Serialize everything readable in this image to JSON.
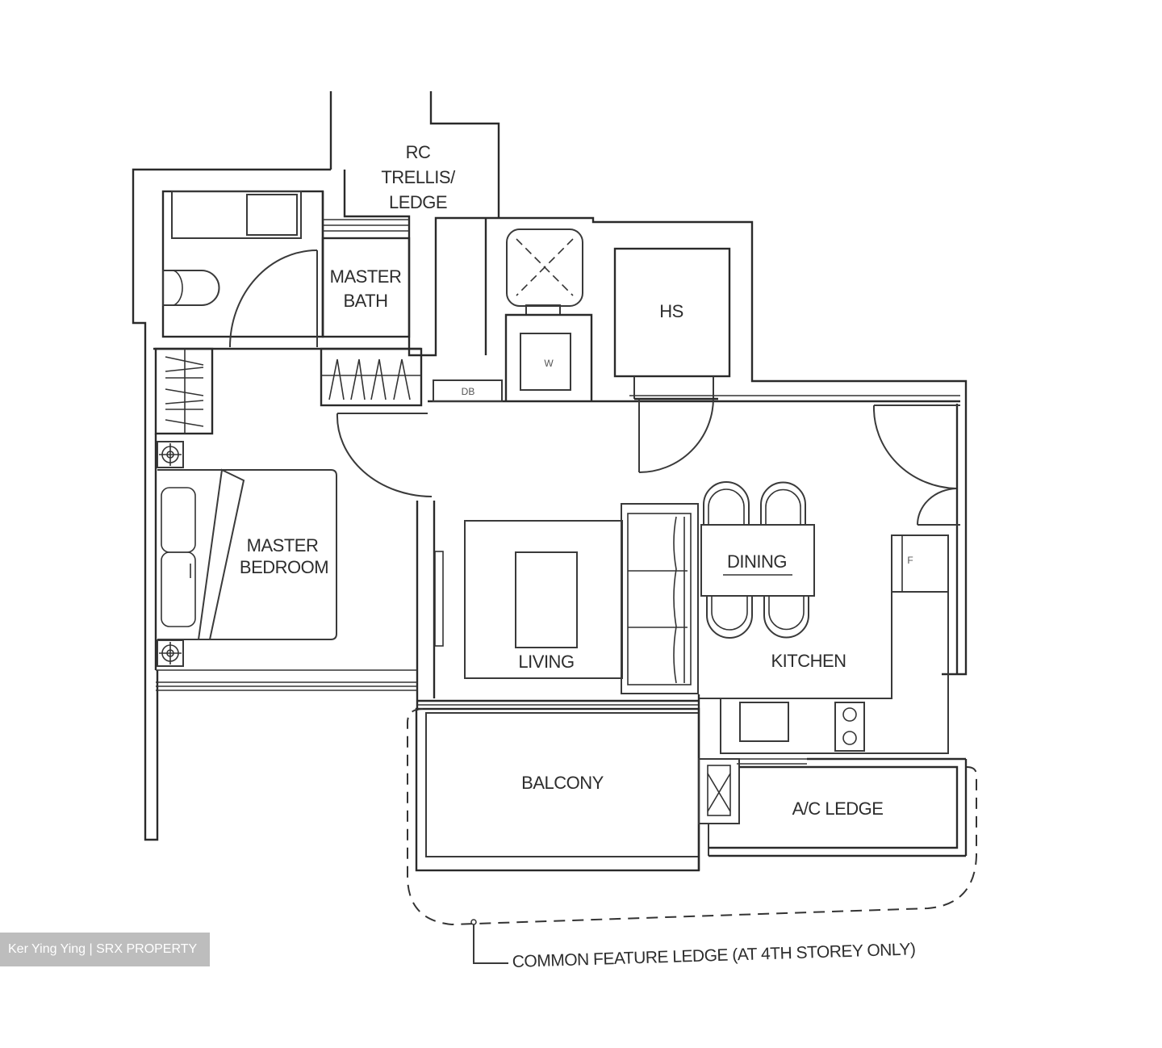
{
  "plan": {
    "rooms": {
      "master_bath": [
        "MASTER",
        "BATH"
      ],
      "master_bedroom": [
        "MASTER",
        "BEDROOM"
      ],
      "rc_trellis": [
        "RC",
        "TRELLIS/",
        "LEDGE"
      ],
      "hs": "HS",
      "washer": "W",
      "db": "DB",
      "living": "LIVING",
      "dining": "DINING",
      "kitchen": "KITCHEN",
      "fridge": "F",
      "balcony": "BALCONY",
      "ac_ledge": "A/C LEDGE"
    },
    "note": "COMMON FEATURE LEDGE (AT 4TH STOREY ONLY)"
  },
  "watermark": "Ker Ying Ying | SRX PROPERTY",
  "colors": {
    "line": "#2a2a2a",
    "background": "#ffffff",
    "watermark_bg": "#bdbdbd",
    "watermark_text": "#ffffff"
  }
}
